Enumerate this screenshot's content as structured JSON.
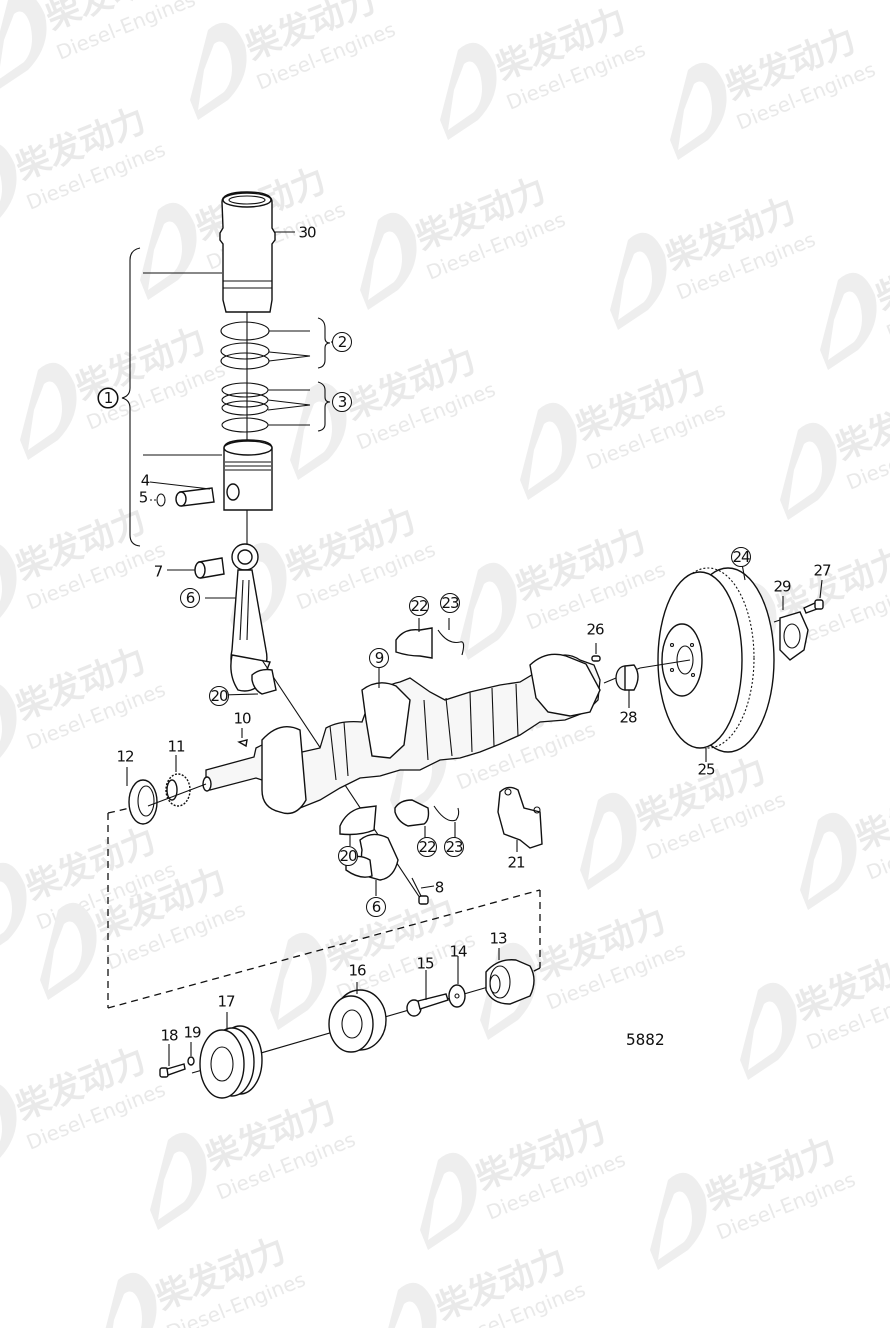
{
  "diagram": {
    "drawing_number": "5882",
    "subject": "Crankshaft, connecting rod, piston & liner assembly (exploded view)",
    "watermark": {
      "chinese": "柴发动力",
      "english": "Diesel-Engines",
      "color": "#e9e9e9"
    },
    "colors": {
      "line": "#111111",
      "background": "#ffffff"
    },
    "callouts": [
      {
        "id": "1",
        "circled": true,
        "part": "piston-liner-kit"
      },
      {
        "id": "2",
        "circled": true,
        "part": "seal-rings"
      },
      {
        "id": "3",
        "circled": true,
        "part": "piston-rings"
      },
      {
        "id": "4",
        "circled": false,
        "part": "piston-pin"
      },
      {
        "id": "5",
        "circled": false,
        "part": "circlip"
      },
      {
        "id": "6",
        "circled": true,
        "part": "connecting-rod"
      },
      {
        "id": "6",
        "circled": true,
        "part": "connecting-rod-cap"
      },
      {
        "id": "7",
        "circled": false,
        "part": "bushing"
      },
      {
        "id": "8",
        "circled": false,
        "part": "con-rod-bolt"
      },
      {
        "id": "9",
        "circled": true,
        "part": "crankshaft"
      },
      {
        "id": "10",
        "circled": false,
        "part": "key"
      },
      {
        "id": "11",
        "circled": false,
        "part": "gear"
      },
      {
        "id": "12",
        "circled": false,
        "part": "seal-washer"
      },
      {
        "id": "13",
        "circled": false,
        "part": "hub"
      },
      {
        "id": "14",
        "circled": false,
        "part": "washer"
      },
      {
        "id": "15",
        "circled": false,
        "part": "bolt"
      },
      {
        "id": "16",
        "circled": false,
        "part": "vibration-damper"
      },
      {
        "id": "17",
        "circled": false,
        "part": "pulley"
      },
      {
        "id": "18",
        "circled": false,
        "part": "screw"
      },
      {
        "id": "19",
        "circled": false,
        "part": "washer"
      },
      {
        "id": "20",
        "circled": true,
        "part": "big-end-bearing"
      },
      {
        "id": "20",
        "circled": true,
        "part": "big-end-bearing-lower"
      },
      {
        "id": "21",
        "circled": false,
        "part": "main-bearing-cap"
      },
      {
        "id": "22",
        "circled": true,
        "part": "main-bearing"
      },
      {
        "id": "22",
        "circled": true,
        "part": "main-bearing-lower"
      },
      {
        "id": "23",
        "circled": true,
        "part": "thrust-washer"
      },
      {
        "id": "23",
        "circled": true,
        "part": "thrust-washer-lower"
      },
      {
        "id": "24",
        "circled": true,
        "part": "flywheel"
      },
      {
        "id": "25",
        "circled": false,
        "part": "ring-gear"
      },
      {
        "id": "26",
        "circled": false,
        "part": "pin"
      },
      {
        "id": "27",
        "circled": false,
        "part": "flywheel-bolt"
      },
      {
        "id": "28",
        "circled": false,
        "part": "pilot-bearing"
      },
      {
        "id": "29",
        "circled": false,
        "part": "lock-plate"
      },
      {
        "id": "30",
        "circled": false,
        "part": "cylinder-liner"
      }
    ]
  }
}
